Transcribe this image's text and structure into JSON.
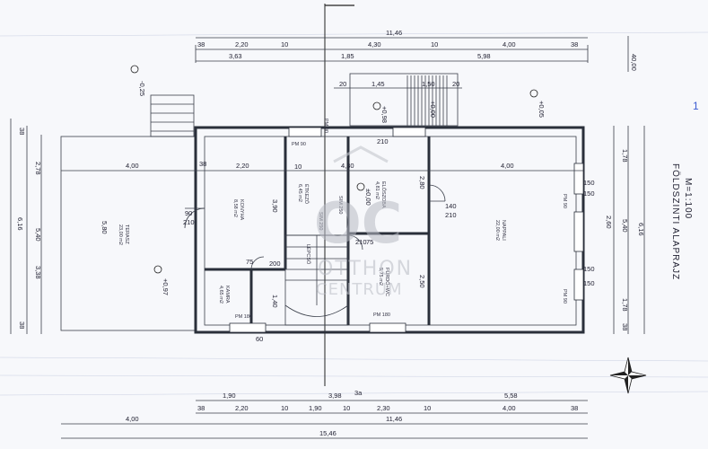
{
  "plan": {
    "title_line1": "FÖLDSZINTI ALAPRAJZ",
    "title_line2": "M=1:100",
    "watermark_initials": "OC",
    "watermark_line1": "OTTHON",
    "watermark_line2": "CENTRUM",
    "margin_mark": "1",
    "top_dims_row1": [
      "11,46"
    ],
    "top_dims_row2": [
      "38",
      "2,20",
      "10",
      "4,30",
      "10",
      "4,00",
      "38"
    ],
    "top_dims_row3": [
      "3,63",
      "1,85",
      "5,98"
    ],
    "stair_dims": [
      "20",
      "1,45",
      "1,50",
      "20"
    ],
    "right_top_dim": "40,00",
    "bottom_dims_row1": [
      "1,90",
      "3,98",
      "5,58"
    ],
    "bottom_dims_row2": [
      "38",
      "2,20",
      "10",
      "1,90",
      "10",
      "2,30",
      "10",
      "4,00",
      "38"
    ],
    "bottom_dims_row3": [
      "4,00",
      "11,46"
    ],
    "bottom_dims_row4": [
      "15,46"
    ],
    "left_dims": [
      "38",
      "2,78",
      "5,40",
      "6,16",
      "3,38",
      "38"
    ],
    "right_dims": [
      "1,78",
      "6,16",
      "5,40",
      "2,60",
      "1,78",
      "38"
    ],
    "interior_dims": [
      "4,00",
      "2,20",
      "4,30",
      "4,00",
      "3,90",
      "5,80",
      "2,80",
      "2,50",
      "1,40",
      "38",
      "10",
      "90",
      "210",
      "140",
      "210",
      "150",
      "150",
      "150",
      "150",
      "60",
      "210",
      "75",
      "200",
      "75",
      "210"
    ],
    "levels": [
      "-0,25",
      "+0,98",
      "+0,05",
      "+0,97",
      "±0,00",
      "+0,00"
    ],
    "labels": [
      "PM 90",
      "PM 90",
      "PM 90",
      "PM 180",
      "PM 180",
      "SIM 250",
      "SIM 250",
      "PM 90"
    ],
    "rooms": [
      {
        "name": "KONYHA",
        "area": "8,58 m2"
      },
      {
        "name": "ÉTKEZŐ",
        "area": "6,45 m2"
      },
      {
        "name": "NAPPALI",
        "area": "22,00 m2"
      },
      {
        "name": "TERASZ",
        "area": "23,00 m2"
      },
      {
        "name": "FÜRDŐ+WC",
        "area": "5,75 m2"
      },
      {
        "name": "KAMRA",
        "area": "4,65 m2"
      },
      {
        "name": "ELŐSZOBA",
        "area": "4,81 m2"
      },
      {
        "name": "LÉPCSŐ",
        "area": ""
      }
    ]
  }
}
